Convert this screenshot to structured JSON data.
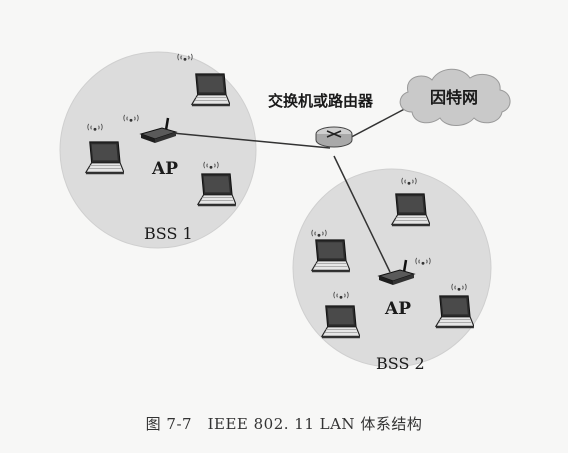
{
  "diagram": {
    "bss1_label": "BSS 1",
    "bss2_label": "BSS 2",
    "ap1_label": "AP",
    "ap2_label": "AP",
    "router_label": "交换机或路由器",
    "internet_label": "因特网"
  },
  "caption": "图 7-7　IEEE 802. 11 LAN 体系结构",
  "colors": {
    "bss_fill": "#dcdcdc",
    "cloud_fill": "#c9c9c9",
    "device_dark": "#2a2a2a",
    "link": "#333333"
  },
  "icons": [
    "laptop-icon",
    "access-point-icon",
    "router-icon",
    "wireless-signal-icon",
    "cloud-icon"
  ]
}
